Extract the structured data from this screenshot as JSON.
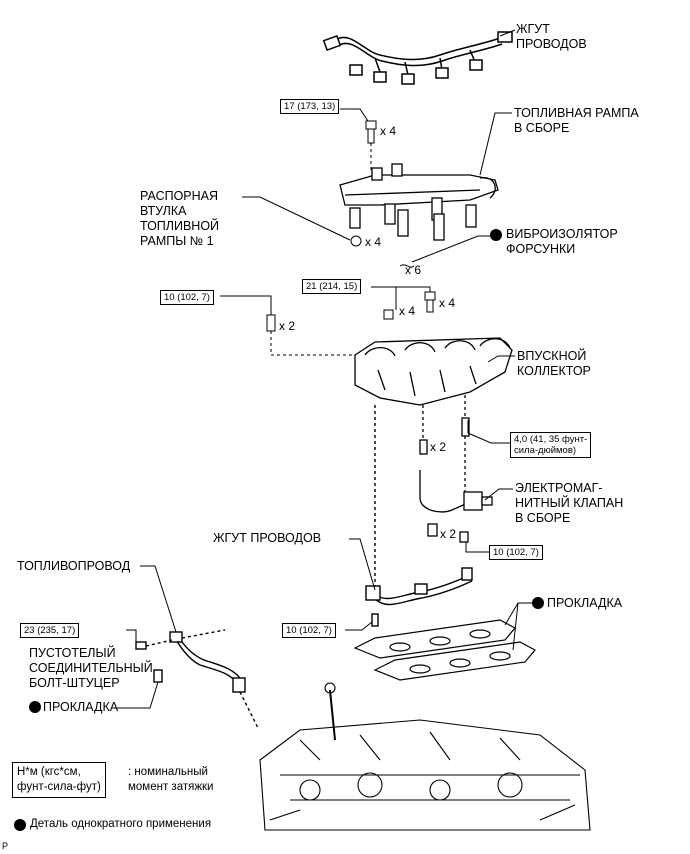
{
  "labels": {
    "wire_harness_top": "ЖГУТ\nПРОВОДОВ",
    "fuel_rail": "ТОПЛИВНАЯ РАМПА\nВ СБОРЕ",
    "spacer": "РАСПОРНАЯ\nВТУЛКА\nТОПЛИВНОЙ\nРАМПЫ № 1",
    "insulator": "ВИБРОИЗОЛЯТОР\nФОРСУНКИ",
    "intake_manifold": "ВПУСКНОЙ\nКОЛЛЕКТОР",
    "vsv": "ЭЛЕКТРОМАГ-\nНИТНЫЙ КЛАПАН\nВ СБОРЕ",
    "wire_harness_mid": "ЖГУТ ПРОВОДОВ",
    "gasket_right": "ПРОКЛАДКА",
    "fuel_pipe": "ТОПЛИВОПРОВОД",
    "union_bolt": "ПУСТОТЕЛЫЙ\nСОЕДИНИТЕЛЬНЫЙ\nБОЛТ-ШТУЦЕР",
    "gasket_left": "ПРОКЛАДКА"
  },
  "torques": {
    "t1": "17 (173, 13)",
    "t2": "21 (214, 15)",
    "t3": "10 (102, 7)",
    "t4": "4,0 (41, 35 фунт-\nсила-дюймов)",
    "t5": "10 (102, 7)",
    "t6": "10 (102, 7)",
    "t7": "23 (235, 17)"
  },
  "quantities": {
    "q1": "x 4",
    "q2": "x 4",
    "q3": "x 6",
    "q4": "x 4",
    "q5": "x 4",
    "q6": "x 2",
    "q7": "x 2",
    "q8": "x 2"
  },
  "legend": {
    "torque_units": "Н*м (кгс*см,\nфунт-сила-фут)",
    "torque_desc": ": номинальный\nмомент затяжки",
    "non_reusable": "Деталь однократного применения"
  },
  "corner_mark": "P"
}
